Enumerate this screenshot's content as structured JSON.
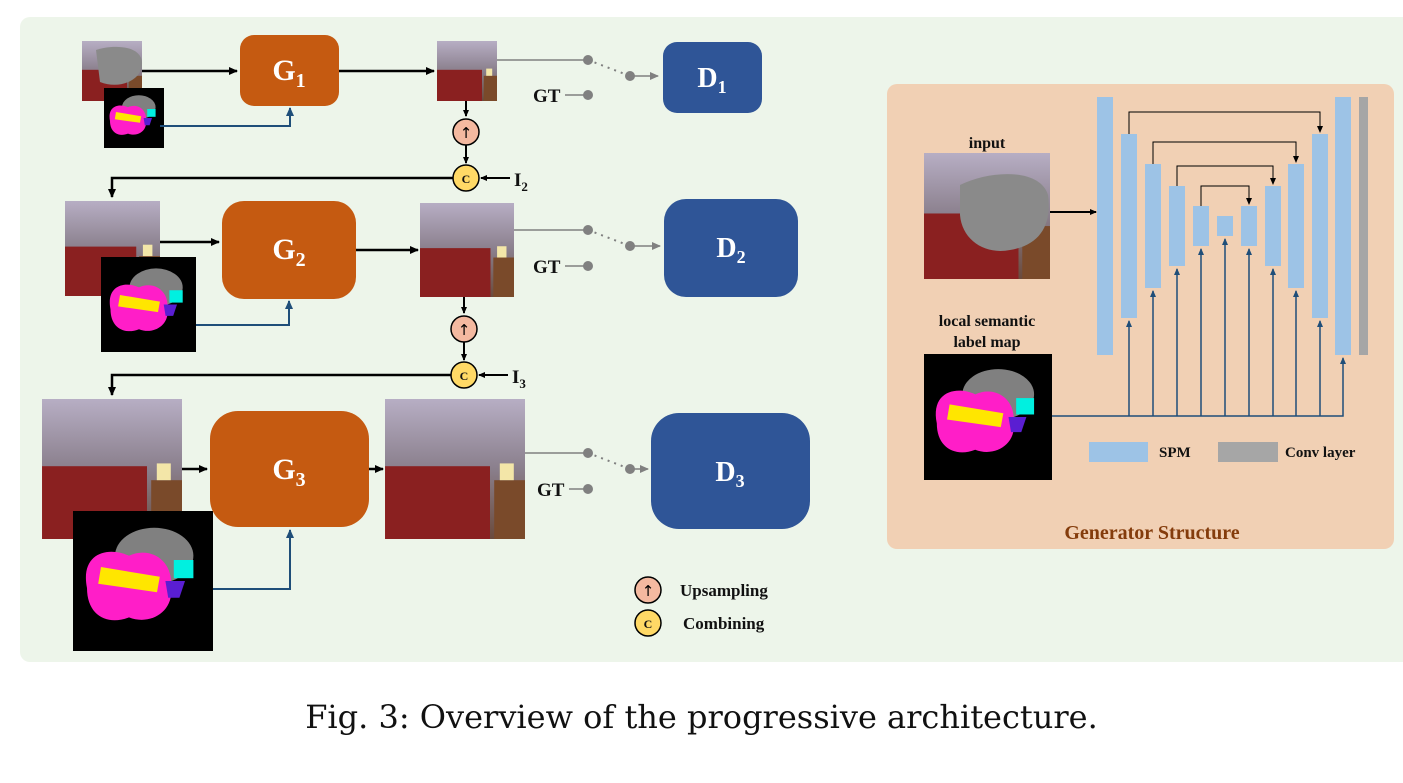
{
  "generators": [
    {
      "letter": "G",
      "index": "1"
    },
    {
      "letter": "G",
      "index": "2"
    },
    {
      "letter": "G",
      "index": "3"
    }
  ],
  "discriminators": [
    {
      "letter": "D",
      "index": "1"
    },
    {
      "letter": "D",
      "index": "2"
    },
    {
      "letter": "D",
      "index": "3"
    }
  ],
  "gt_label": "GT",
  "combine_symbol": "C",
  "upsample_symbol": "↑",
  "side_inputs": [
    {
      "letter": "I",
      "index": "2"
    },
    {
      "letter": "I",
      "index": "3"
    }
  ],
  "legend": {
    "upsampling": "Upsampling",
    "combining": "Combining"
  },
  "generator_structure": {
    "title": "Generator Structure",
    "input_label": "input",
    "label_map_line1": "local semantic",
    "label_map_line2": "label map",
    "legend_spm": "SPM",
    "legend_conv": "Conv layer"
  },
  "caption": "Fig. 3: Overview of the progressive architecture.",
  "colors": {
    "panel_bg": "#edf5ea",
    "generator": "#c55a11",
    "discriminator": "#2f5597",
    "gen_panel_bg": "#f1d0b4",
    "spm": "#9dc3e6",
    "conv": "#a6a6a6",
    "upsample_circle": "#f4b9a0",
    "combine_circle": "#ffd966",
    "skip_arrow": "#1f4e79",
    "gt_line": "#808080"
  }
}
